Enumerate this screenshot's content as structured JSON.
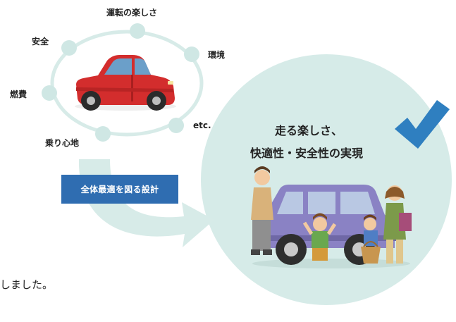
{
  "cycle": {
    "factors": {
      "driving_fun": "運転の楽しさ",
      "safety": "安全",
      "environment": "環境",
      "fuel_cost": "燃費",
      "etc": "etc.",
      "ride_comfort": "乗り心地"
    }
  },
  "design_button": {
    "label": "全体最適を図る設計"
  },
  "goal": {
    "line1": "走る楽しさ、",
    "line2": "快適性・安全性の実現"
  },
  "caption": {
    "text": "しました。"
  },
  "colors": {
    "ring": "#d7ebe8",
    "dot": "#cfe7e4",
    "goal_circle": "#d6ebe8",
    "check": "#2f7fc0",
    "button": "#2f6db1",
    "red_car": "#d32d2d",
    "jeep": "#8a82c4",
    "arrow": "#d7ebe8"
  }
}
